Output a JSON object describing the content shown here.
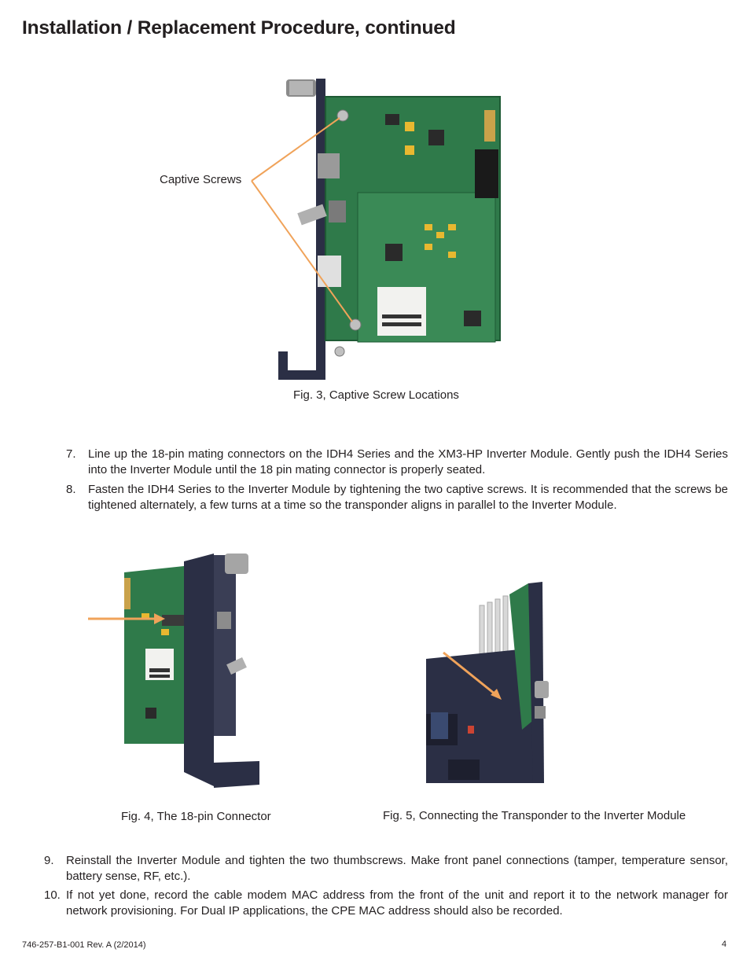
{
  "title": "Installation / Replacement Procedure, continued",
  "figures": {
    "fig3": {
      "callout": "Captive Screws",
      "caption": "Fig. 3, Captive Screw Locations"
    },
    "fig4": {
      "caption": "Fig. 4, The 18-pin Connector"
    },
    "fig5": {
      "caption": "Fig. 5, Connecting the Transponder to the Inverter Module"
    }
  },
  "steps_a": [
    {
      "num": "7.",
      "text": "Line up the 18-pin mating connectors on the IDH4 Series and the XM3-HP Inverter Module. Gently push the IDH4 Series into the Inverter Module until the 18 pin mating connector is properly seated."
    },
    {
      "num": "8.",
      "text": "Fasten the IDH4 Series to the Inverter Module by tightening the two captive screws. It is recommended that the screws be tightened alternately, a few turns at a time so the transponder aligns in parallel to the Inverter Module."
    }
  ],
  "steps_b": [
    {
      "num": "9.",
      "text": "Reinstall the Inverter Module and tighten the two thumbscrews. Make front panel connections (tamper, temperature sensor, battery sense, RF, etc.)."
    },
    {
      "num": "10.",
      "text": "If not yet done, record the cable modem MAC address from the front of the unit and report it to the network manager for network provisioning. For Dual IP applications, the CPE MAC address should also be recorded."
    }
  ],
  "footer": {
    "doc_number": "746-257-B1-001 Rev. A (2/2014)",
    "page": "4"
  },
  "colors": {
    "pcb": "#2f7a4a",
    "bracket": "#2b2f45",
    "arrow": "#f0a35a"
  }
}
